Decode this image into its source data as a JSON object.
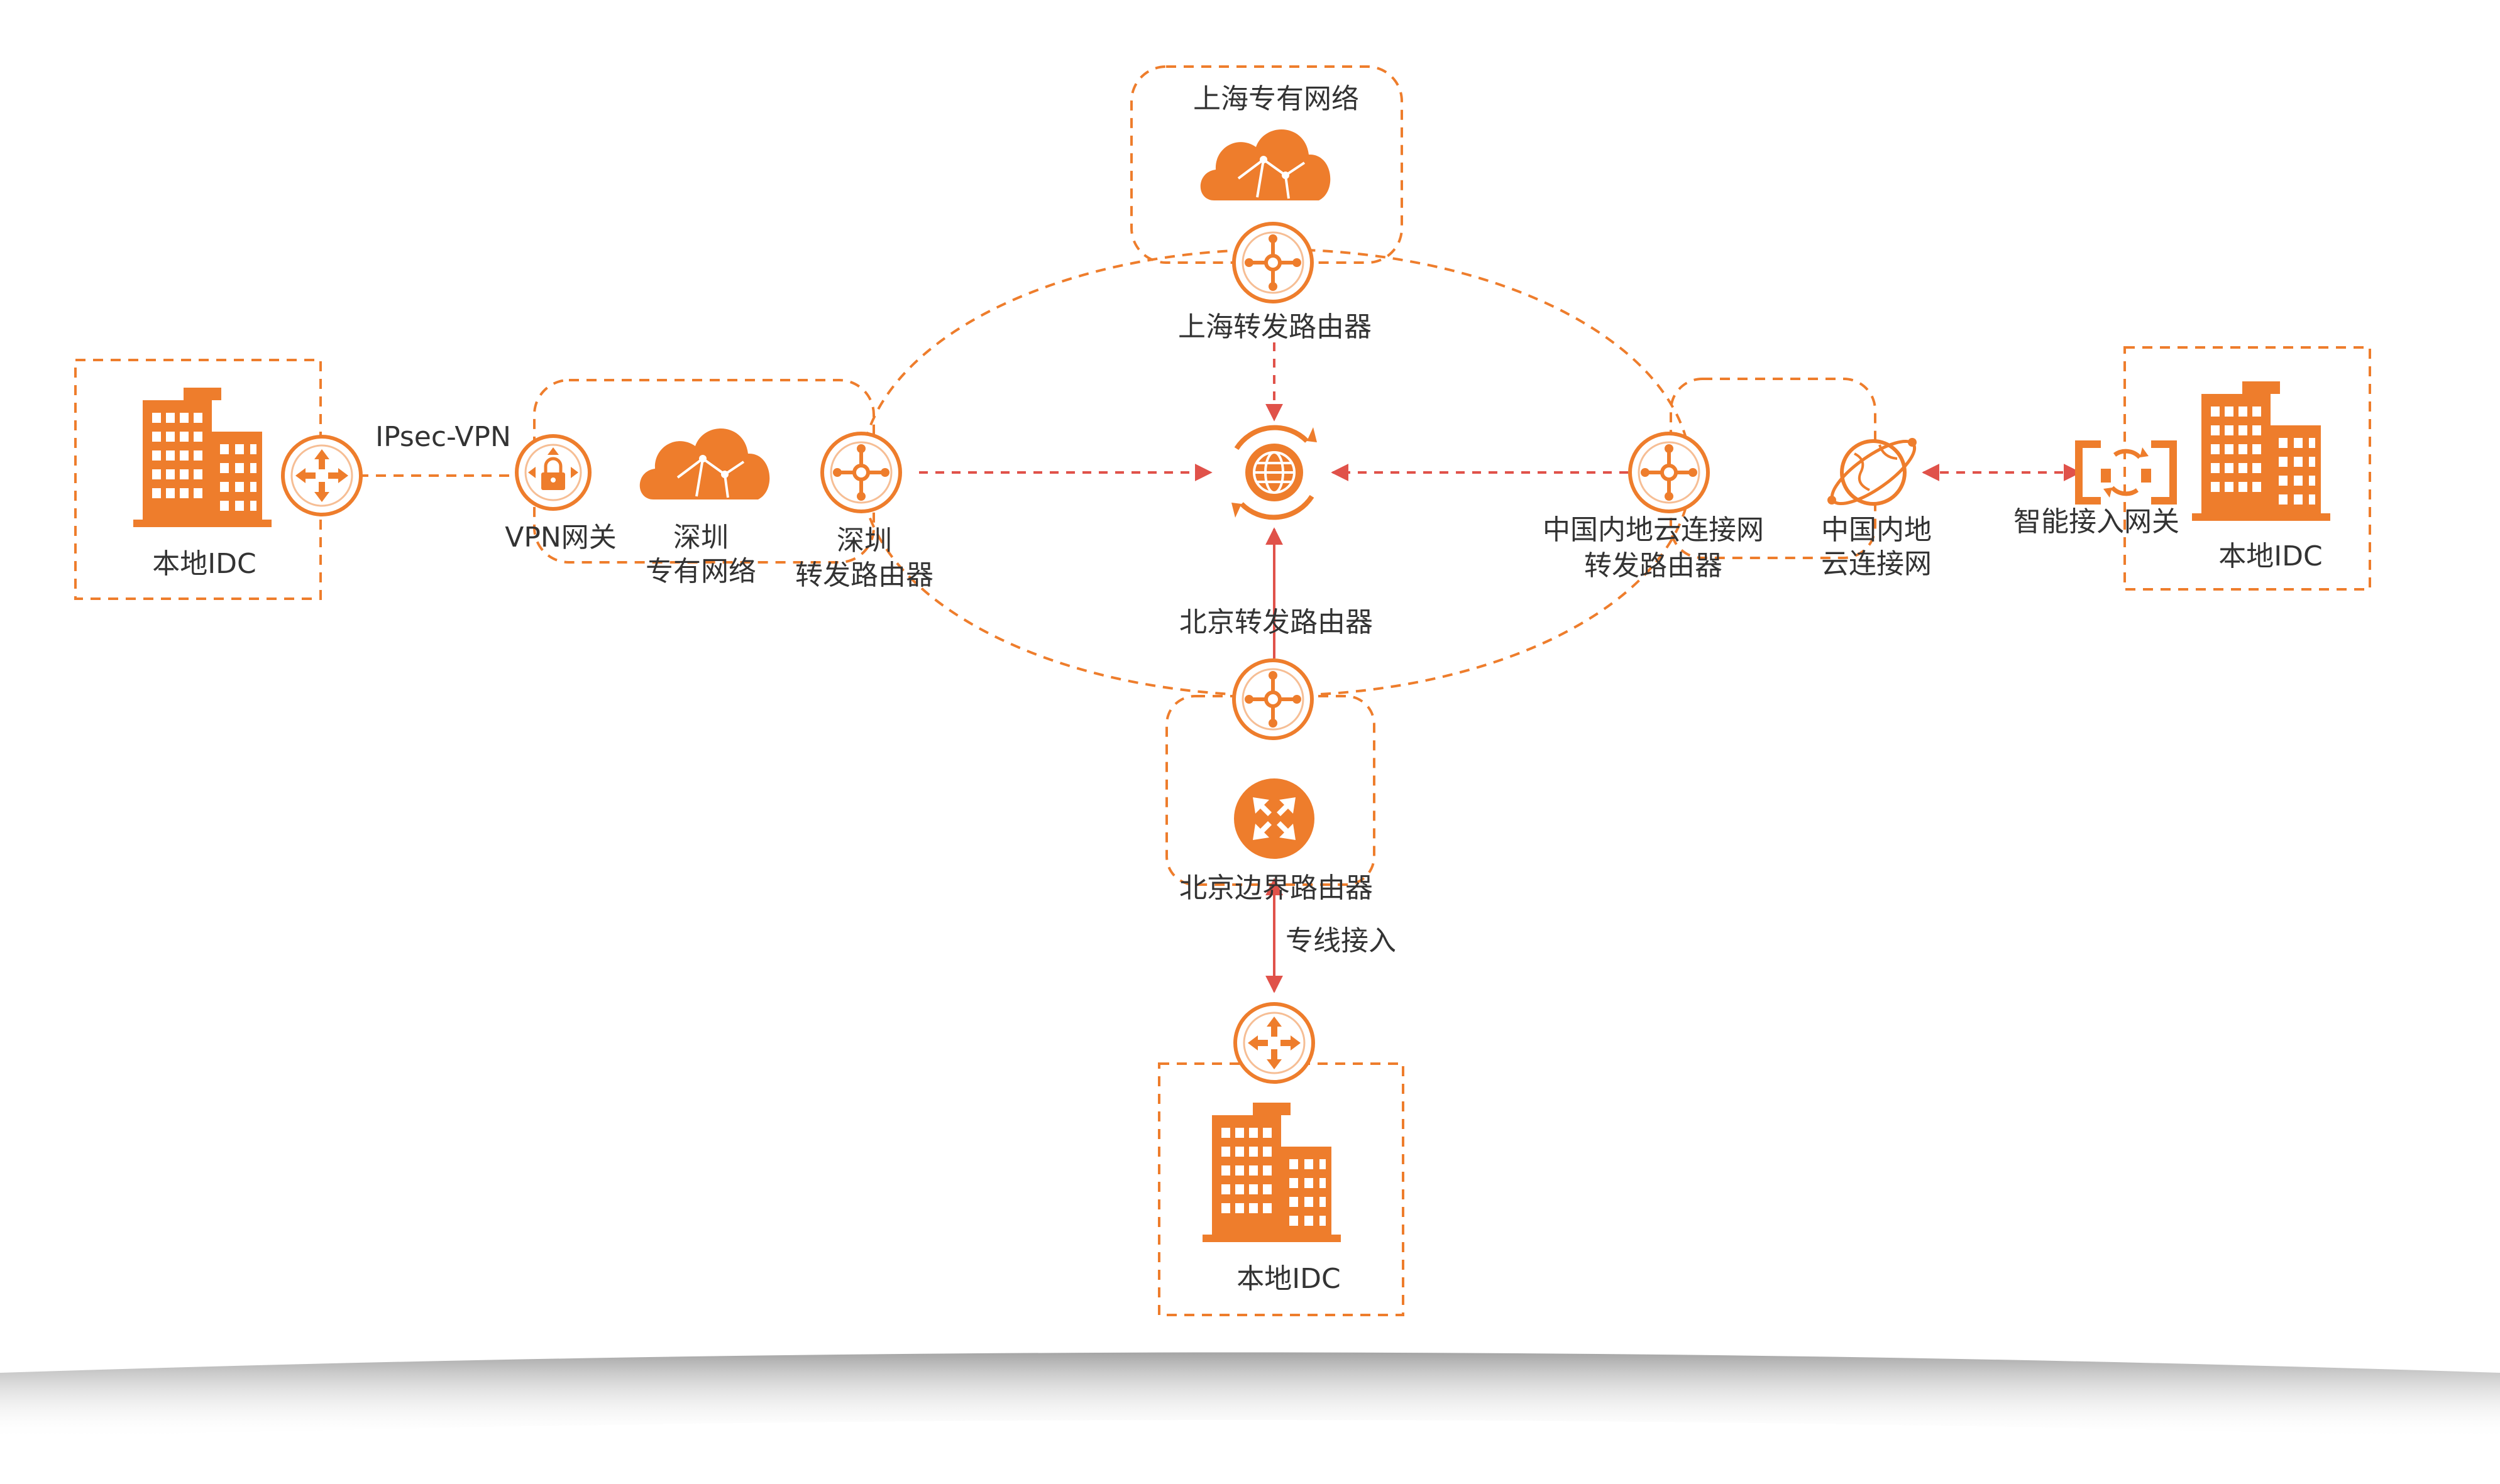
{
  "colors": {
    "accent": "#EE7D2C",
    "arrow": "#E0524A",
    "text": "#333333"
  },
  "labels": {
    "idc_left": "本地IDC",
    "ipsec": "IPsec-VPN",
    "vpn_gateway": "VPN网关",
    "sz_vpc_1": "深圳",
    "sz_vpc_2": "专有网络",
    "sz_router_1": "深圳",
    "sz_router_2": "转发路由器",
    "sh_vpc": "上海专有网络",
    "sh_router": "上海转发路由器",
    "bj_router": "北京转发路由器",
    "bj_border": "北京边界路由器",
    "leased_line": "专线接入",
    "idc_bottom": "本地IDC",
    "ccn_router_1": "中国内地云连接网",
    "ccn_router_2": "转发路由器",
    "ccn_1": "中国内地",
    "ccn_2": "云连接网",
    "smart_gateway": "智能接入网关",
    "idc_right": "本地IDC"
  },
  "icons": {
    "building": "building-icon",
    "router": "router-icon",
    "transit_router": "transit-router-icon",
    "vpn_gateway": "vpn-gateway-icon",
    "cloud": "cloud-icon",
    "globe": "globe-icon",
    "border_router": "border-router-icon",
    "ccn": "ccn-icon",
    "smart_gateway": "smart-access-gateway-icon"
  }
}
